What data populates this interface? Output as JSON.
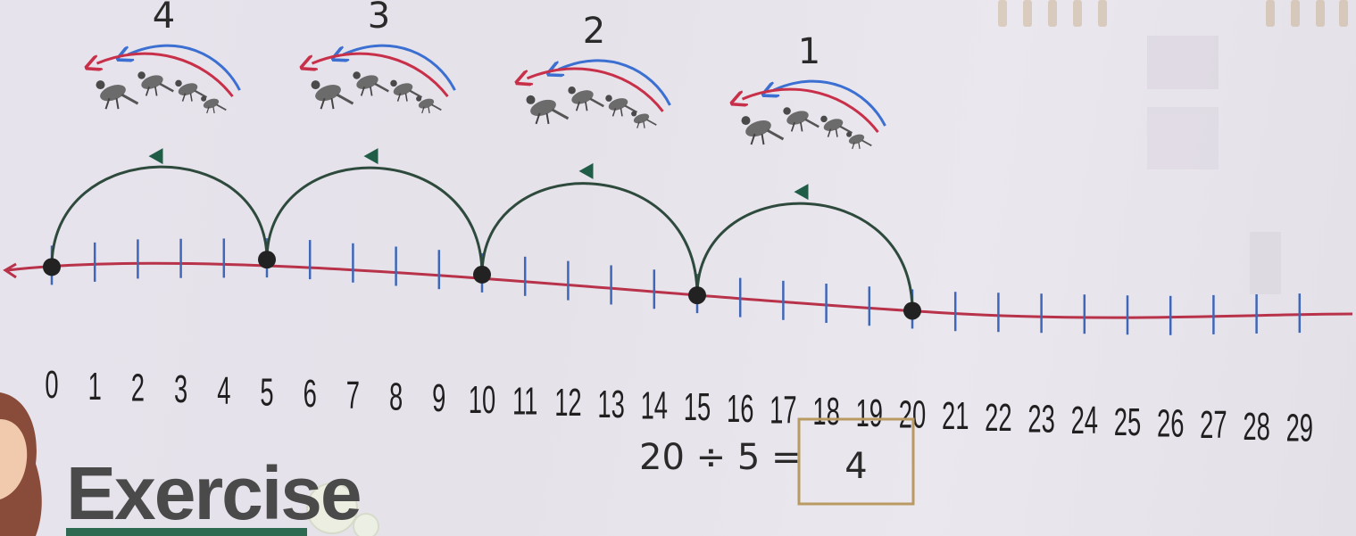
{
  "number_line": {
    "labels": [
      "0",
      "1",
      "2",
      "3",
      "4",
      "5",
      "6",
      "7",
      "8",
      "9",
      "10",
      "11",
      "12",
      "13",
      "14",
      "15",
      "16",
      "17",
      "18",
      "19",
      "20",
      "21",
      "22",
      "23",
      "24",
      "25",
      "26",
      "27",
      "28",
      "29"
    ],
    "marked_points": [
      0,
      5,
      10,
      15,
      20
    ],
    "jumps": [
      {
        "from": 20,
        "to": 15,
        "label": "1"
      },
      {
        "from": 15,
        "to": 10,
        "label": "2"
      },
      {
        "from": 10,
        "to": 5,
        "label": "3"
      },
      {
        "from": 5,
        "to": 0,
        "label": "4"
      }
    ]
  },
  "equation": {
    "text": "20 ÷ 5 =",
    "answer": "4"
  },
  "heading": {
    "text": "Exercise"
  },
  "colors": {
    "line": "#b8324a",
    "tick": "#3f67b8",
    "arc": "#2d4a3c",
    "arrow_blue": "#3b6fd1",
    "arrow_red": "#c8304a",
    "box": "#b99a63"
  },
  "icons": [
    "kangaroo-group-icon",
    "arrow-left-icon",
    "girl-mascot-icon"
  ]
}
